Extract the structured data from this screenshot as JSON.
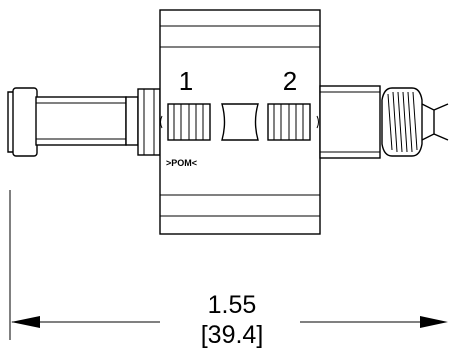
{
  "drawing": {
    "port_labels": [
      "1",
      "2"
    ],
    "material_marking": ">POM<",
    "dimension": {
      "primary": "1.55",
      "secondary": "[39.4]"
    }
  }
}
